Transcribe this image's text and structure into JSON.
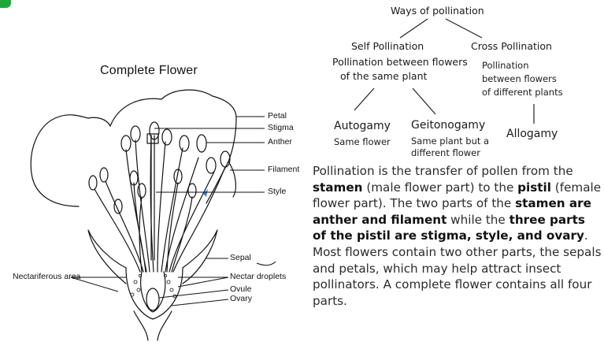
{
  "flower_diagram": {
    "title": "Complete Flower",
    "labels": {
      "petal": "Petal",
      "stigma": "Stigma",
      "anther": "Anther",
      "filament": "Filament",
      "style": "Style",
      "sepal": "Sepal",
      "nectariferous_area": "Nectariferous area",
      "nectar_droplets": "Nectar droplets",
      "ovule": "Ovule",
      "ovary": "Ovary"
    }
  },
  "pollination_tree": {
    "root": "Ways of pollination",
    "self": {
      "title": "Self Pollination",
      "desc_line1": "Pollination between flowers",
      "desc_line2": "of the same plant",
      "autogamy": {
        "title": "Autogamy",
        "desc": "Same flower"
      },
      "geitonogamy": {
        "title": "Geitonogamy",
        "desc_line1": "Same plant but a",
        "desc_line2": "different flower"
      }
    },
    "cross": {
      "title": "Cross Pollination",
      "desc_line1": "Pollination",
      "desc_line2": "between flowers",
      "desc_line3": "of different plants",
      "allogamy": {
        "title": "Allogamy"
      }
    }
  },
  "paragraph": {
    "p1": "Pollination is the transfer of pollen from the ",
    "b1": "stamen",
    "p2": " (male flower part) to the ",
    "b2": "pistil",
    "p3": " (female flower part). The two parts of the ",
    "b3": "stamen are anther and filament",
    "p4": " while the ",
    "b4": "three parts of the pistil are stigma, style, and ovary",
    "p5": ". Most flowers contain two other parts, the sepals and petals, which may help attract insect pollinators. A complete flower contains all four parts."
  },
  "colors": {
    "accent_green": "#22a83a",
    "style_blue": "#3a7fd5"
  }
}
